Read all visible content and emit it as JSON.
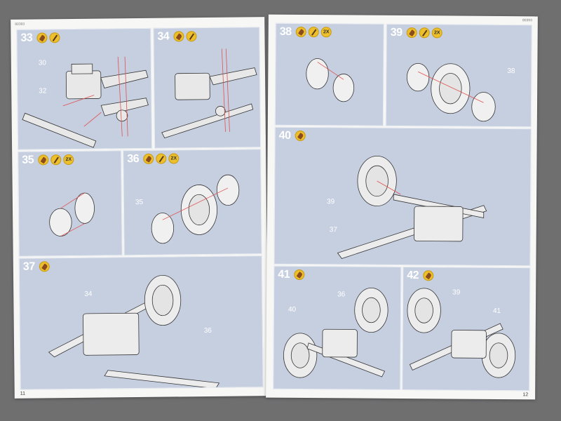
{
  "left_page": {
    "code": "80393",
    "page_number": "11",
    "steps": [
      {
        "id": "33",
        "icons": [
          "glue",
          "brush"
        ],
        "labels": [
          "30",
          "32"
        ]
      },
      {
        "id": "34",
        "icons": [
          "glue",
          "brush"
        ],
        "labels": []
      },
      {
        "id": "35",
        "icons": [
          "glue",
          "brush",
          "2X"
        ],
        "labels": []
      },
      {
        "id": "36",
        "icons": [
          "glue",
          "brush",
          "2X"
        ],
        "labels": [
          "35"
        ]
      },
      {
        "id": "37",
        "icons": [
          "glue"
        ],
        "labels": [
          "34",
          "36"
        ]
      }
    ]
  },
  "right_page": {
    "code": "80393",
    "page_number": "12",
    "steps": [
      {
        "id": "38",
        "icons": [
          "glue",
          "brush",
          "2X"
        ],
        "labels": []
      },
      {
        "id": "39",
        "icons": [
          "glue",
          "brush",
          "2X"
        ],
        "labels": [
          "38"
        ]
      },
      {
        "id": "40",
        "icons": [
          "glue"
        ],
        "labels": [
          "39",
          "37"
        ]
      },
      {
        "id": "41",
        "icons": [
          "glue"
        ],
        "labels": [
          "36",
          "40"
        ]
      },
      {
        "id": "42",
        "icons": [
          "glue"
        ],
        "labels": [
          "39",
          "41"
        ]
      }
    ]
  },
  "colors": {
    "panel": "#c6cfe0",
    "icon": "#ecbf2b",
    "background": "#6f6f70"
  }
}
